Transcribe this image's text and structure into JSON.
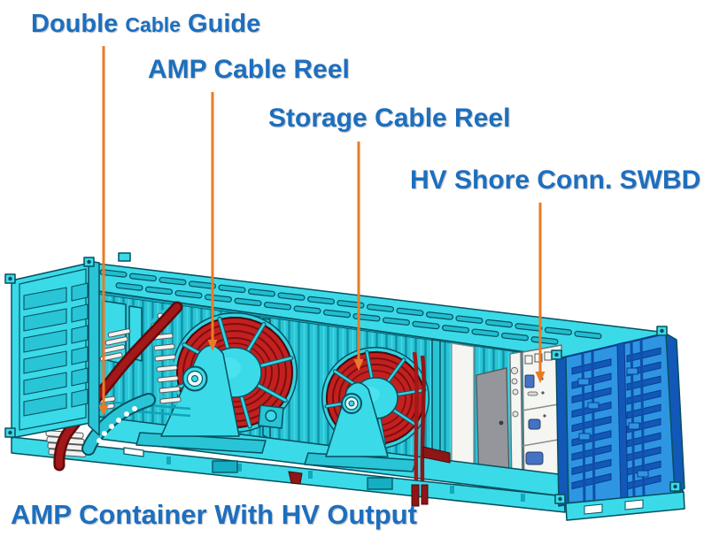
{
  "diagram": {
    "type": "labeled-3d-engineering-illustration",
    "caption": {
      "label": "AMP Container With HV Output"
    },
    "callouts": {
      "double_cable_guide": {
        "word_large_1": "Double",
        "word_small": "Cable",
        "word_large_2": "Guide",
        "full": "Double Cable Guide"
      },
      "amp_cable_reel": {
        "label": "AMP Cable Reel"
      },
      "storage_cable_reel": {
        "label": "Storage Cable Reel"
      },
      "hv_shore_conn_swbd": {
        "label": "HV Shore Conn. SWBD"
      }
    },
    "colors": {
      "label_text": "#1C6FBF",
      "leader_line": "#E97B26",
      "container_cyan": "#3BDAE8",
      "container_cyan_mid": "#29C4D6",
      "container_cyan_dark": "#12A7BC",
      "container_outline": "#06505E",
      "door_blue": "#2E95E2",
      "door_blue_dark": "#1258B8",
      "cable_red": "#C32020",
      "cable_dark_red": "#8E1616",
      "cabinet_white": "#F5F5F1",
      "cabinet_gray": "#95969C",
      "display_blue": "#4472C4",
      "background": "#FFFFFF"
    }
  }
}
